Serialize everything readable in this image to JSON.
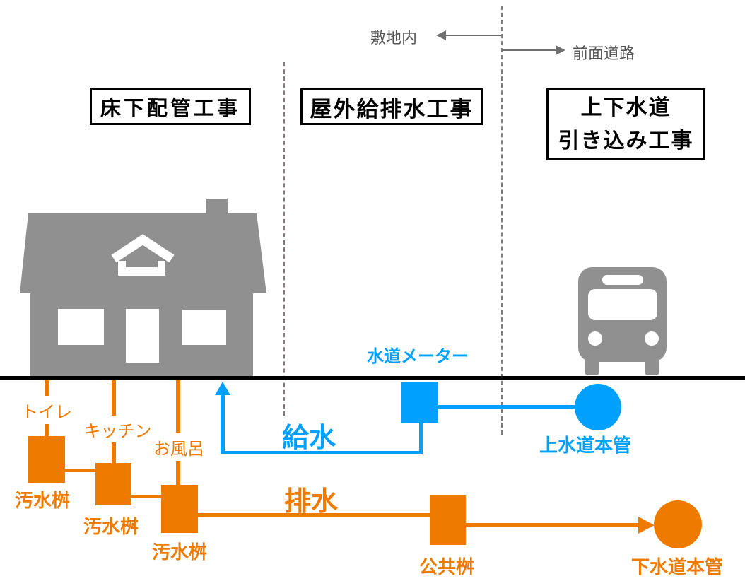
{
  "colors": {
    "bg": "#ffffff",
    "supply_blue": "#00A0FF",
    "drain_orange": "#EF7A00",
    "structure_gray": "#909090",
    "ground_black": "#000000",
    "boundary_gray": "#857a7a",
    "annotation_gray": "#555555",
    "arrow_gray": "#707070",
    "title_black": "#000000",
    "chip_white": "#ffffff"
  },
  "zones": {
    "site_label": "敷地内",
    "road_label": "前面道路"
  },
  "titles": {
    "underfloor": "床下配管工事",
    "outdoor": "屋外給排水工事",
    "service_line1": "上下水道",
    "service_line2": "引き込み工事"
  },
  "fixtures": {
    "toilet": "トイレ",
    "kitchen": "キッチン",
    "bath": "お風呂"
  },
  "supply": {
    "meter_label": "水道メーター",
    "flow_label": "給水",
    "main_label": "上水道本管"
  },
  "drainage": {
    "basin1": "汚水桝",
    "basin2": "汚水桝",
    "basin3": "汚水桝",
    "flow_label": "排水",
    "public_basin": "公共桝",
    "main_label": "下水道本管"
  }
}
